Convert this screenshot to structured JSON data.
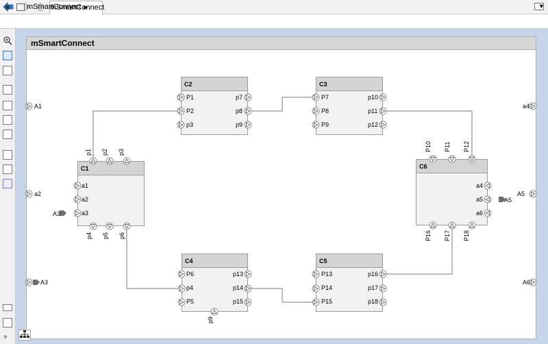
{
  "tab": {
    "label": "mSmartConnect"
  },
  "breadcrumb": {
    "label": "mSmartConnect"
  },
  "model": {
    "title": "mSmartConnect"
  },
  "external_ports": {
    "A1": "A1",
    "a2": "a2",
    "A3_in": "A3",
    "a4": "a4",
    "A5_out": "A5",
    "A6": "A6"
  },
  "components": {
    "C1": {
      "name": "C1",
      "left_ports": [
        "a1",
        "a2",
        "a3"
      ],
      "top_ports": [
        "p1",
        "p2",
        "p3"
      ],
      "bottom_ports": [
        "p4",
        "p5",
        "p6"
      ],
      "signal_in": "A3"
    },
    "C2": {
      "name": "C2",
      "left_ports": [
        "P1",
        "P2",
        "p3"
      ],
      "right_ports": [
        "p7",
        "p8",
        "p9"
      ]
    },
    "C3": {
      "name": "C3",
      "left_ports": [
        "P7",
        "P8",
        "P9"
      ],
      "right_ports": [
        "p10",
        "p11",
        "p12"
      ]
    },
    "C4": {
      "name": "C4",
      "left_ports": [
        "P6",
        "p4",
        "P5"
      ],
      "right_ports": [
        "p13",
        "p14",
        "p15"
      ],
      "bottom_ports": [
        "p9"
      ]
    },
    "C5": {
      "name": "C5",
      "left_ports": [
        "P13",
        "P14",
        "P15"
      ],
      "right_ports": [
        "p16",
        "p17",
        "p18"
      ]
    },
    "C6": {
      "name": "C6",
      "right_ports": [
        "a4",
        "a5",
        "a6"
      ],
      "top_ports": [
        "P10",
        "P11",
        "P12"
      ],
      "bottom_ports": [
        "P16",
        "P17",
        "P18"
      ],
      "signal_in": "A5"
    }
  },
  "icons": {
    "back": "back-arrow-icon",
    "forward": "forward-arrow-icon",
    "up": "up-arrow-icon",
    "zoom": "zoom-icon",
    "fit": "fit-to-view-icon",
    "structure": "hierarchy-icon"
  },
  "colors": {
    "canvas": "#c7d5e8",
    "header": "#d4d4d4",
    "body": "#f2f2f2",
    "accent": "#1f6fc5"
  }
}
